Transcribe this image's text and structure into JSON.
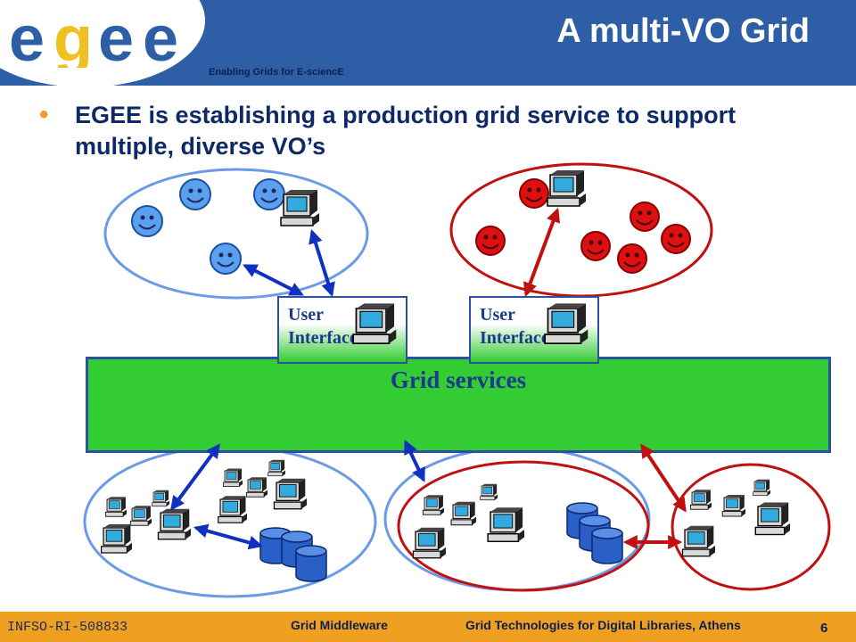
{
  "header": {
    "logo_text": "egee",
    "tagline": "Enabling Grids for E-sciencE",
    "title": "A multi-VO Grid"
  },
  "bullet": {
    "text": "EGEE is establishing a production grid service to support  multiple, diverse VO’s"
  },
  "diagram": {
    "grid_services_label": "Grid services",
    "ui_boxes": [
      {
        "label_line1": "User",
        "label_line2": "Interface"
      },
      {
        "label_line1": "User",
        "label_line2": "Interface"
      }
    ]
  },
  "footer": {
    "project_id": "INFSO-RI-508833",
    "section": "Grid Middleware",
    "event": "Grid  Technologies for Digital Libraries, Athens",
    "page": "6"
  },
  "colors": {
    "header_blue": "#2e5fa6",
    "footer_orange": "#f0a020",
    "grid_green": "#33cc33",
    "vo_blue": "#6b9be6",
    "vo_red": "#c01010"
  }
}
